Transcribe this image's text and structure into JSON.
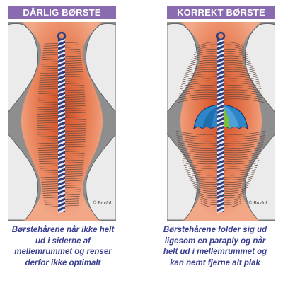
{
  "panels": [
    {
      "title": "DÅRLIG BØRSTE",
      "caption": "Børstehårene når ikke helt\nud i siderne af\nmellemrummet og renser\nderfor ikke optimalt",
      "signature": "© Brodal"
    },
    {
      "title": "KORREKT BØRSTE",
      "caption": "Børstehårene folder sig ud\nligesom en paraply og når\nhelt ud i mellemrummet og\nkan nemt fjerne alt plak",
      "signature": "© Brodal"
    }
  ],
  "colors": {
    "title_bg": "#8b6bb0",
    "caption_text": "#3a3f8f",
    "gum": "#f0a27f",
    "gum_inflamed": "#d9572d",
    "tooth": "#ebebeb",
    "background_gray": "#8e8e8e",
    "wire_blue": "#2f3f7f",
    "umbrella_blue": "#2e86c8",
    "umbrella_green": "#7cbf3a"
  },
  "icons": [
    "interdental-brush-icon",
    "umbrella-icon"
  ]
}
